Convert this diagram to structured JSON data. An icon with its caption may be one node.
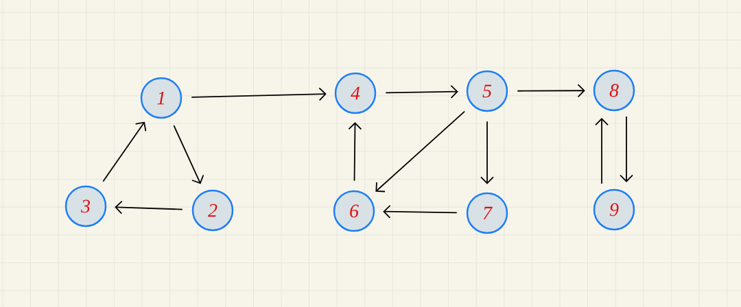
{
  "diagram": {
    "nodes": [
      {
        "text": [
          "1"
        ]
      },
      {
        "text": [
          "2"
        ]
      },
      {
        "text": [
          "3"
        ]
      },
      {
        "text": [
          "4"
        ]
      },
      {
        "text": [
          "5"
        ]
      },
      {
        "text": [
          "6"
        ]
      },
      {
        "text": [
          "7"
        ]
      },
      {
        "text": [
          "8"
        ]
      },
      {
        "text": [
          "9"
        ]
      }
    ],
    "edges": [
      {
        "from": 0,
        "to": 3,
        "arrow": "to"
      },
      {
        "from": 3,
        "to": 4,
        "arrow": "to"
      },
      {
        "from": 4,
        "to": 7,
        "arrow": "to"
      },
      {
        "from": 0,
        "to": 1,
        "arrow": "to"
      },
      {
        "from": 1,
        "to": 2,
        "arrow": "to"
      },
      {
        "from": 2,
        "to": 0,
        "arrow": "to"
      },
      {
        "from": 5,
        "to": 3,
        "arrow": "to"
      },
      {
        "from": 4,
        "to": 5,
        "arrow": "to"
      },
      {
        "from": 4,
        "to": 6,
        "arrow": "to"
      },
      {
        "from": 6,
        "to": 5,
        "arrow": "to"
      },
      {
        "from": 7,
        "to": 8,
        "arrow": "to"
      },
      {
        "from": 8,
        "to": 7,
        "arrow": "to"
      }
    ]
  }
}
